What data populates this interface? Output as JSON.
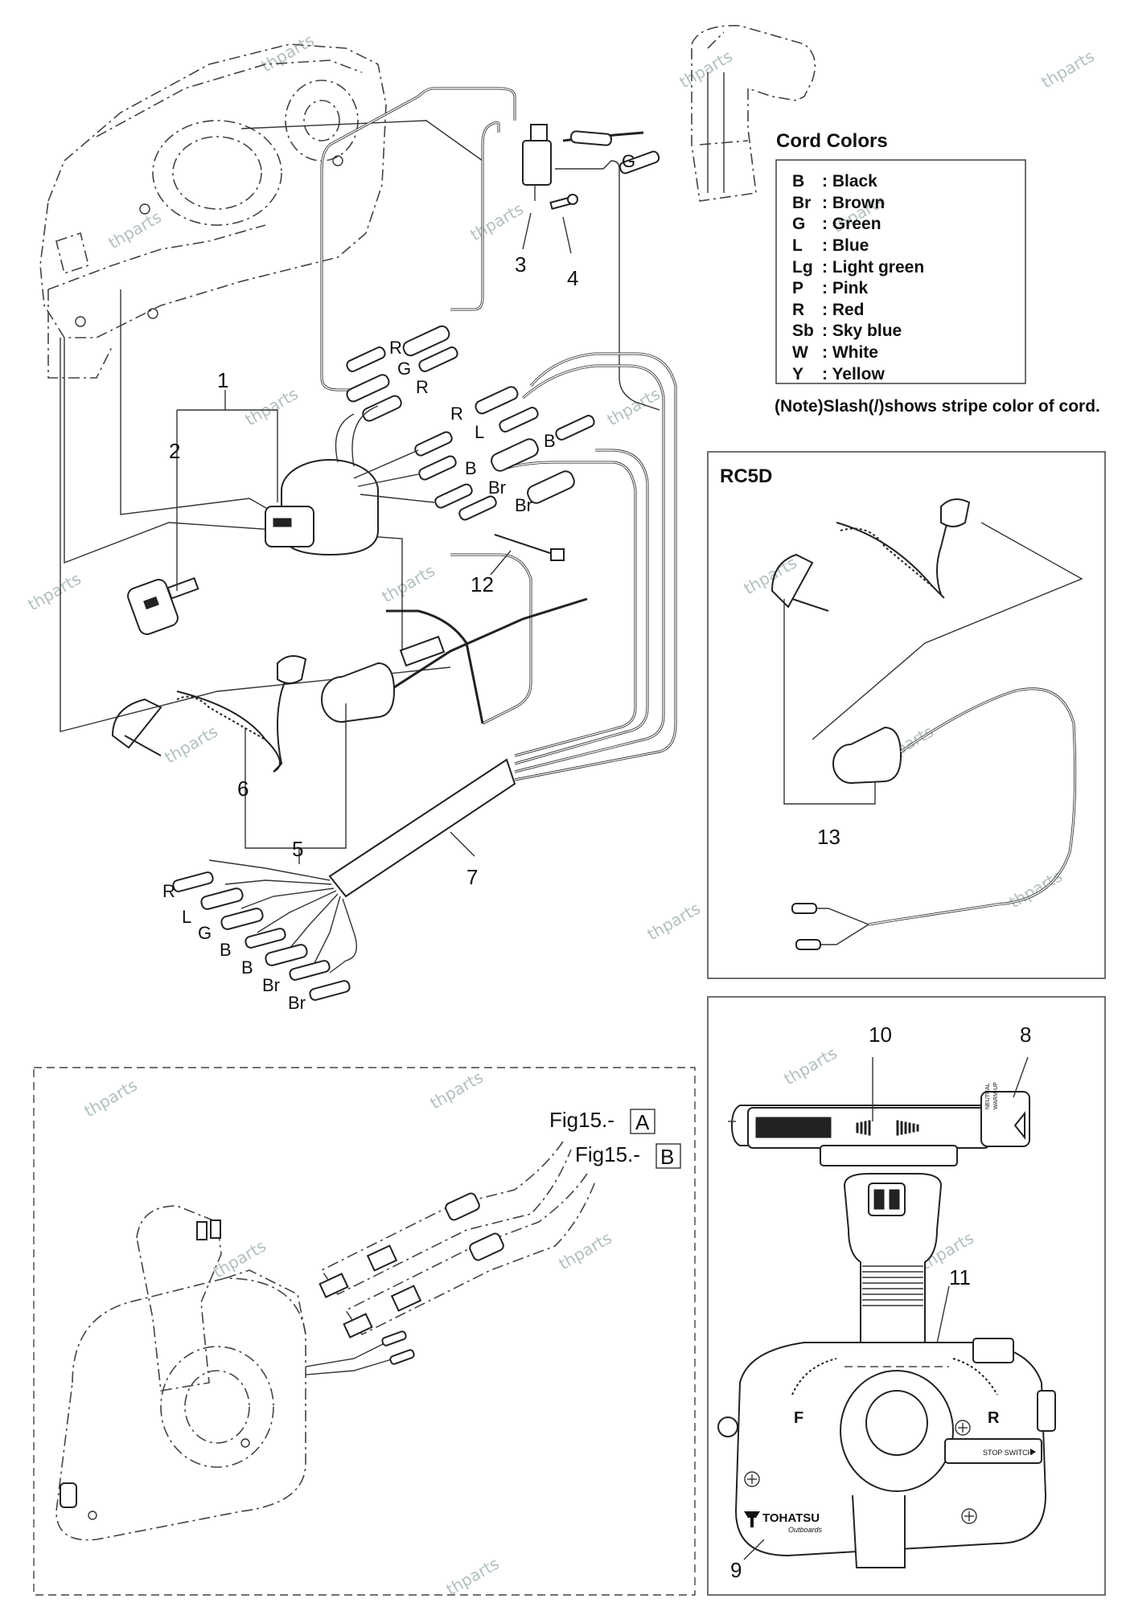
{
  "legend": {
    "title": "Cord Colors",
    "entries": [
      {
        "code": "B",
        "name": ": Black"
      },
      {
        "code": "Br",
        "name": ": Brown"
      },
      {
        "code": "G",
        "name": ": Green"
      },
      {
        "code": "L",
        "name": ": Blue"
      },
      {
        "code": "Lg",
        "name": ": Light green"
      },
      {
        "code": "P",
        "name": ": Pink"
      },
      {
        "code": "R",
        "name": ": Red"
      },
      {
        "code": "Sb",
        "name": ": Sky blue"
      },
      {
        "code": "W",
        "name": ": White"
      },
      {
        "code": "Y",
        "name": ": Yellow"
      }
    ],
    "note": "(Note)Slash(/)shows stripe color of cord."
  },
  "rc5d": {
    "title": "RC5D"
  },
  "callouts": {
    "n1": "1",
    "n2": "2",
    "n3": "3",
    "n4": "4",
    "n5": "5",
    "n6": "6",
    "n7": "7",
    "n8": "8",
    "n9": "9",
    "n10": "10",
    "n11": "11",
    "n12": "12",
    "n13": "13"
  },
  "wire_labels": {
    "top_g": "G",
    "r1": "R",
    "g1": "G",
    "r2": "R",
    "r3": "R",
    "l1": "L",
    "b1": "B",
    "b2": "B",
    "br1": "Br",
    "br2": "Br",
    "end_r": "R",
    "end_l": "L",
    "end_g": "G",
    "end_b1": "B",
    "end_b2": "B",
    "end_br1": "Br",
    "end_br2": "Br"
  },
  "fig_refs": {
    "a_prefix": "Fig15.-",
    "a_box": "A",
    "b_prefix": "Fig15.-",
    "b_box": "B"
  },
  "control_box": {
    "brand": "TOHATSU",
    "brand_sub": "Outboards",
    "stop_switch": "STOP SWITCH",
    "neutral_warmup_1": "NEUTRAL",
    "neutral_warmup_2": "WARM-UP",
    "f_mark": "F",
    "r_mark": "R"
  },
  "watermark": "thparts"
}
